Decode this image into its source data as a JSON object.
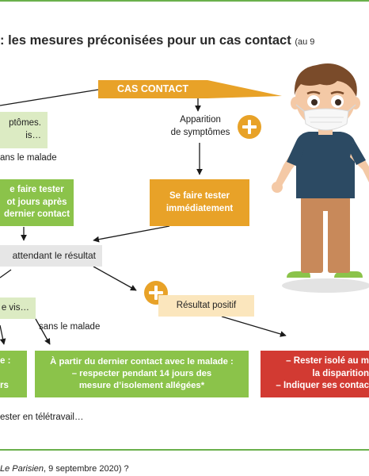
{
  "title": {
    "main": ": les mesures préconisées pour un cas contact",
    "note": "(au 9"
  },
  "nodes": {
    "cas_contact": "CAS CONTACT",
    "apparition": "Apparition\nde symptômes",
    "symptomes_left": "ptômes.\nis…",
    "sans_malade_1": "ans le malade",
    "faire_tester_left": "e faire tester\not jours après\ndernier contact",
    "faire_tester_immediat": "Se faire tester\nimmédiatement",
    "attendant": "attendant le résultat",
    "resultat_positif": "Résultat positif",
    "vis_left": "e vis…",
    "sans_malade_2": "sans le malade",
    "green_left": "e :\n\nrs",
    "green_center": "À partir du dernier contact avec le malade :\n– respecter pendant 14 jours des\nmesure d’isolement allégées*",
    "red_right": "– Rester isolé au m\nla disparition\n– Indiquer ses contac",
    "teletravail": "ester en télétravail…"
  },
  "footer": {
    "source_italic": "Le Parisien",
    "source_rest": ", 9 septembre 2020) ?"
  },
  "colors": {
    "orange": "#e8a228",
    "green": "#8bc34a",
    "red": "#d23a32",
    "rule": "#6ab04c"
  },
  "icons": [
    "plus-icon",
    "child-with-mask-illustration"
  ]
}
